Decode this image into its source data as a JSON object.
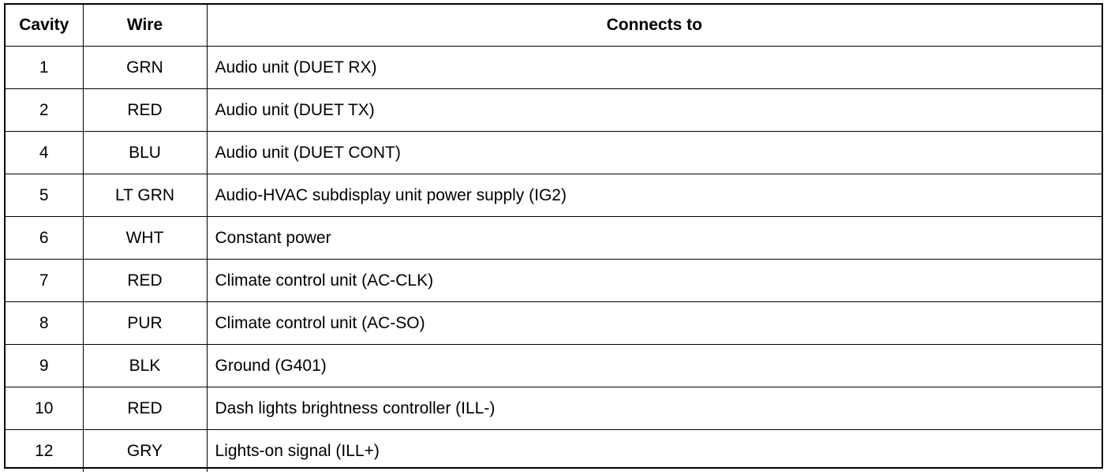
{
  "table": {
    "headers": {
      "cavity": "Cavity",
      "wire": "Wire",
      "connects_to": "Connects to"
    },
    "rows": [
      {
        "cavity": "1",
        "wire": "GRN",
        "connects_to": "Audio unit (DUET RX)"
      },
      {
        "cavity": "2",
        "wire": "RED",
        "connects_to": "Audio unit (DUET TX)"
      },
      {
        "cavity": "4",
        "wire": "BLU",
        "connects_to": "Audio unit (DUET CONT)"
      },
      {
        "cavity": "5",
        "wire": "LT GRN",
        "connects_to": "Audio-HVAC subdisplay unit power supply (IG2)"
      },
      {
        "cavity": "6",
        "wire": "WHT",
        "connects_to": "Constant power"
      },
      {
        "cavity": "7",
        "wire": "RED",
        "connects_to": "Climate control unit (AC-CLK)"
      },
      {
        "cavity": "8",
        "wire": "PUR",
        "connects_to": "Climate control unit (AC-SO)"
      },
      {
        "cavity": "9",
        "wire": "BLK",
        "connects_to": "Ground (G401)"
      },
      {
        "cavity": "10",
        "wire": "RED",
        "connects_to": "Dash lights brightness controller (ILL-)"
      },
      {
        "cavity": "12",
        "wire": "GRY",
        "connects_to": "Lights-on signal (ILL+)"
      }
    ]
  }
}
